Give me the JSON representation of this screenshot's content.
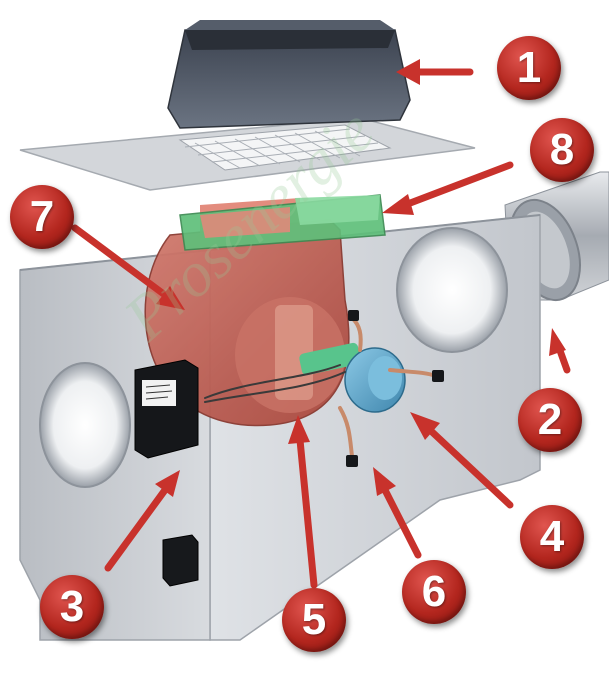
{
  "callouts": [
    {
      "label": "1",
      "part": "top-duct-collar"
    },
    {
      "label": "2",
      "part": "side-duct-pipe"
    },
    {
      "label": "3",
      "part": "control-box"
    },
    {
      "label": "4",
      "part": "motor-wiring"
    },
    {
      "label": "5",
      "part": "motor-shaft"
    },
    {
      "label": "6",
      "part": "power-cable"
    },
    {
      "label": "7",
      "part": "fan-housing"
    },
    {
      "label": "8",
      "part": "filter-frame"
    }
  ],
  "watermark": "Prosenergie",
  "colors": {
    "badge": "#b3261e",
    "arrow": "#c8322c",
    "fan_housing": "#c0645a",
    "filter_frame": "#5fbf7a",
    "motor": "#5aa3c8",
    "casing": "#c9ccd0"
  }
}
